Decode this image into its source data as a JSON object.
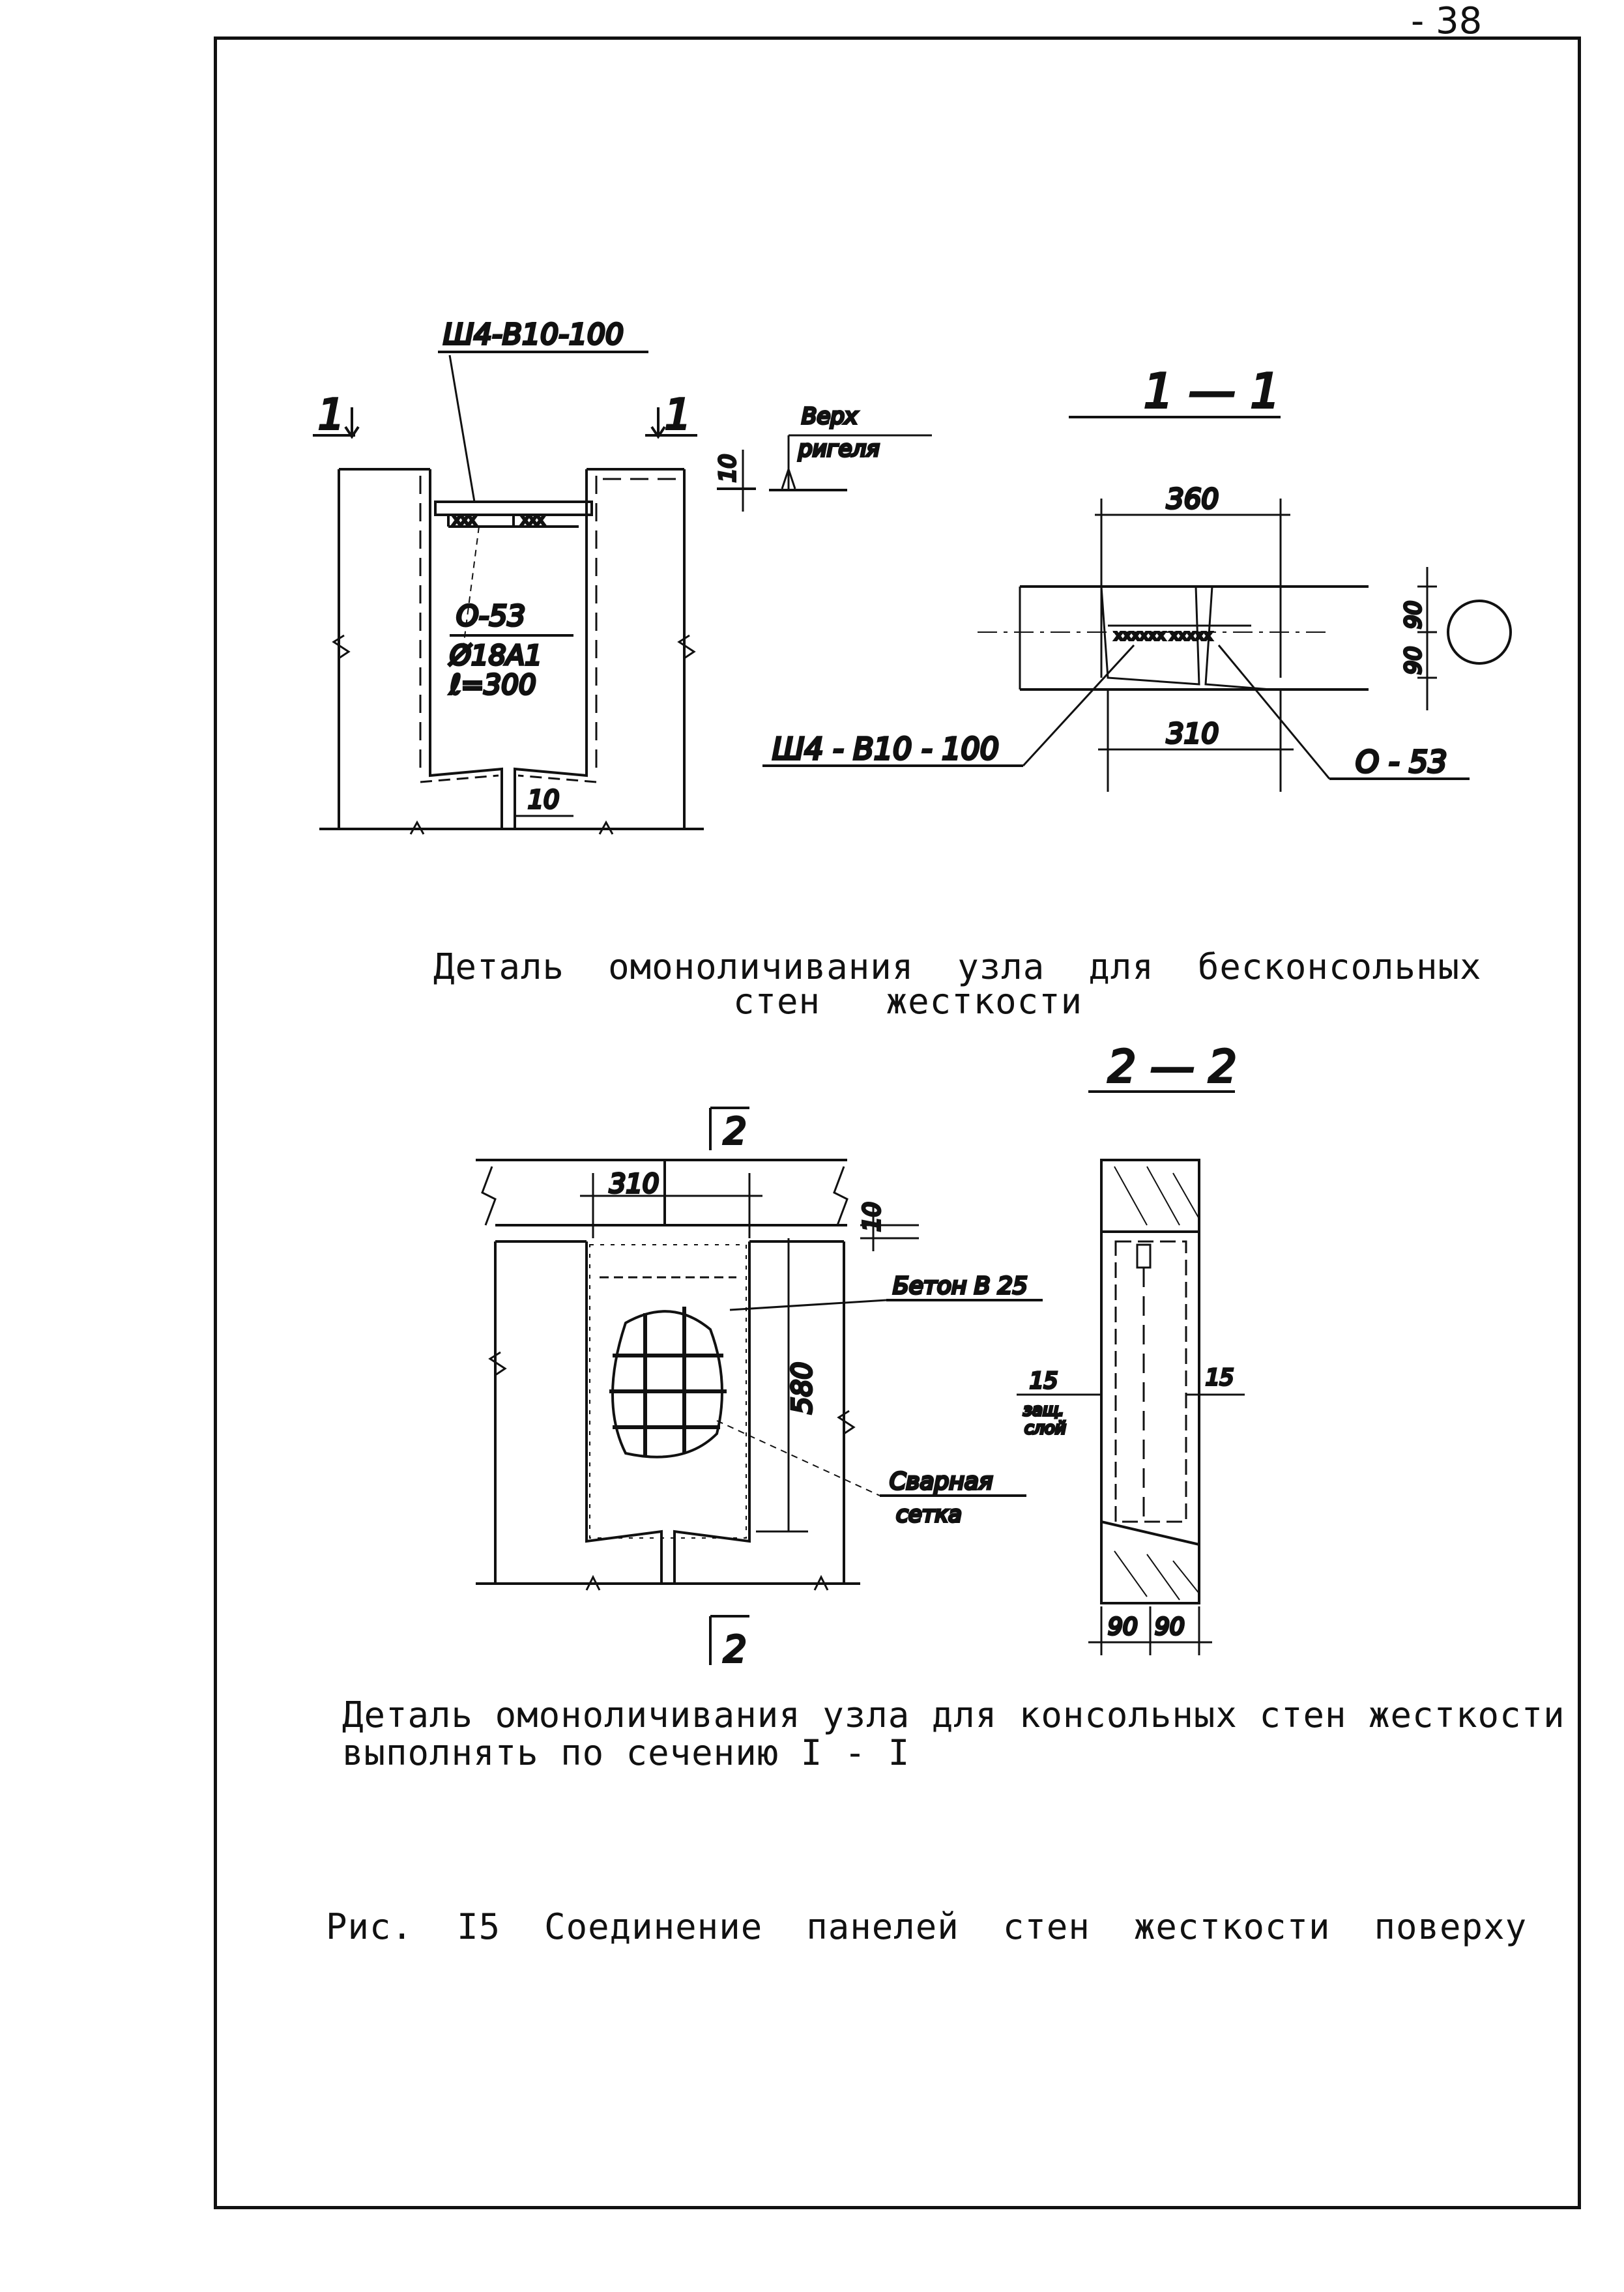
{
  "page": {
    "number": "- 38"
  },
  "top_left_detail": {
    "section_mark_left": "1",
    "section_mark_right": "1",
    "mesh_label": "Ш4-B10-100",
    "top_label_1": "Верх",
    "top_label_2": "ригеля",
    "dim_10_top": "10",
    "part_label": "О-53",
    "bar_label": "Ø18А1",
    "length_label": "ℓ=300",
    "dim_10_bottom": "10"
  },
  "section_1_1": {
    "title": "1 — 1",
    "dim_top": "360",
    "dim_bottom": "310",
    "dim_right_top": "90",
    "dim_right_bottom": "90",
    "mesh_label": "Ш4 - В10 - 100",
    "part_label": "О - 53"
  },
  "caption_1": {
    "line1": "Деталь  омоноличивания  узла  для  бесконсольных",
    "line2": "стен   жесткости"
  },
  "bottom_left_detail": {
    "section_mark_top": "2",
    "section_mark_bottom": "2",
    "dim_310": "310",
    "dim_10": "10",
    "dim_580": "580",
    "concrete_label": "Бетон   В 25",
    "mesh_label_1": "Сварная",
    "mesh_label_2": "сетка"
  },
  "section_2_2": {
    "title": "2 — 2",
    "cover_left": "15",
    "cover_label_1": "защ.",
    "cover_label_2": "слой",
    "cover_right": "15",
    "dim_bottom_left": "90",
    "dim_bottom_right": "90"
  },
  "caption_2": {
    "line1": "Деталь омоноличивания узла для консольных стен жесткости",
    "line2": "выполнять по сечению I - I"
  },
  "figure_caption": "Рис.  I5  Соединение  панелей  стен  жесткости  поверху"
}
